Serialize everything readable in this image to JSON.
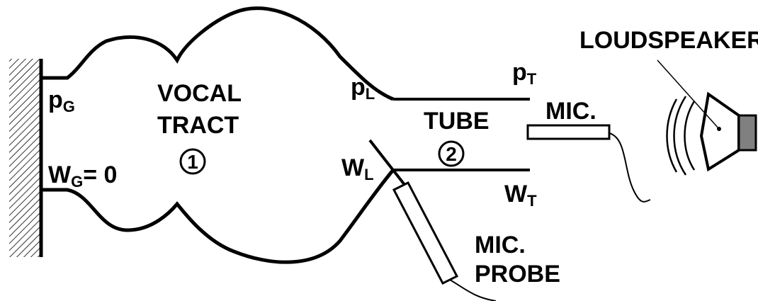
{
  "labels": {
    "vocal_tract_line1": "VOCAL",
    "vocal_tract_line2": "TRACT",
    "circle1": "1",
    "circle2": "2",
    "tube": "TUBE",
    "mic": "MIC.",
    "mic_probe_line1": "MIC.",
    "mic_probe_line2": "PROBE",
    "loudspeaker": "LOUDSPEAKER",
    "wg_suffix": "= 0"
  },
  "symbols": {
    "pG": {
      "base": "p",
      "sub": "G"
    },
    "pL": {
      "base": "p",
      "sub": "L"
    },
    "pT": {
      "base": "p",
      "sub": "T"
    },
    "WG": {
      "base": "W",
      "sub": "G"
    },
    "WL": {
      "base": "W",
      "sub": "L"
    },
    "WT": {
      "base": "W",
      "sub": "T"
    }
  },
  "colors": {
    "ink": "#000000",
    "magnet": "#808080",
    "background": "#ffffff"
  }
}
